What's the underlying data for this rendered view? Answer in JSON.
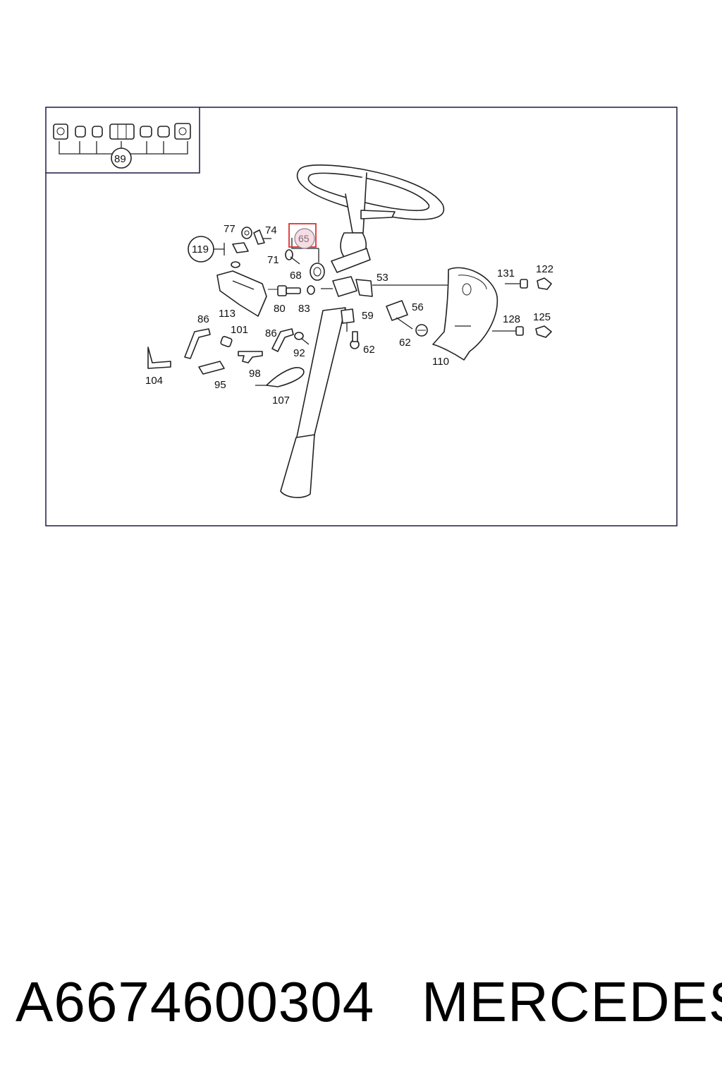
{
  "diagram": {
    "labels": {
      "p53": "53",
      "p56": "56",
      "p59": "59",
      "p62a": "62",
      "p62b": "62",
      "p65": "65",
      "p68": "68",
      "p71": "71",
      "p74": "74",
      "p77": "77",
      "p80": "80",
      "p83": "83",
      "p86a": "86",
      "p86b": "86",
      "p89": "89",
      "p92": "92",
      "p95": "95",
      "p98": "98",
      "p101": "101",
      "p104": "104",
      "p107": "107",
      "p110": "110",
      "p113": "113",
      "p119": "119",
      "p122": "122",
      "p125": "125",
      "p128": "128",
      "p131": "131"
    },
    "highlighted_part": "65",
    "highlight_color": "#e03030"
  },
  "caption": {
    "part_number": "A6674600304",
    "brand": "MERCEDES"
  }
}
